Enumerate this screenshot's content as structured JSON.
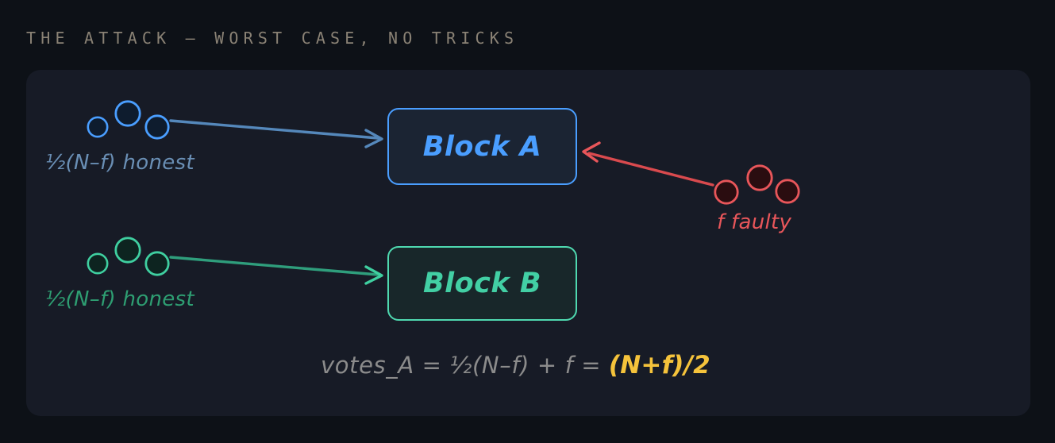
{
  "slide": {
    "title": "THE ATTACK — WORST CASE, NO TRICKS",
    "background_color": "#0d1117",
    "panel_color": "#171b26"
  },
  "colors": {
    "title": "#8a8275",
    "honest_blue": "#4a9eff",
    "honest_blue_label": "#6a8fb5",
    "honest_blue_arrow": "#5588bb",
    "honest_green": "#4fd9b0",
    "honest_green_label": "#2e9e72",
    "honest_green_arrow": "#2f9e7c",
    "faulty_red": "#e8565a",
    "highlight_gold": "#f5c33b"
  },
  "blocks": [
    {
      "id": "block-a",
      "label": "Block A",
      "accent": "#4a9eff"
    },
    {
      "id": "block-b",
      "label": "Block B",
      "accent": "#4fd9b0"
    }
  ],
  "clusters": [
    {
      "id": "honest-a",
      "label": "½(N–f) honest",
      "node_count": 3,
      "stroke": "#4a9eff",
      "fill": "#0e1c2e",
      "votes_for": "Block A"
    },
    {
      "id": "honest-b",
      "label": "½(N–f) honest",
      "node_count": 3,
      "stroke": "#3fcfa0",
      "fill": "#0d2420",
      "votes_for": "Block B"
    },
    {
      "id": "faulty",
      "label": "f faulty",
      "node_count": 3,
      "stroke": "#e8565a",
      "fill": "#2a0d10",
      "votes_for": "Block A"
    }
  ],
  "formula": {
    "lhs": "votes_A = ½(N–f) + f = ",
    "result": "(N+f)/2"
  }
}
